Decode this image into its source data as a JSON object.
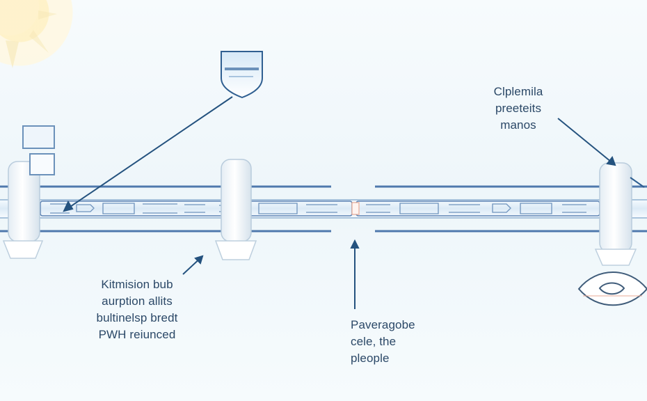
{
  "annotations": {
    "top_right": [
      "Clplemila",
      "preeteits",
      "manos"
    ],
    "bottom_left": [
      "Kitmision bub",
      "aurption allits",
      "bultinelsp bredt",
      "PWH reiunced"
    ],
    "bottom_center": [
      "Paveragobe",
      "cele, the",
      "pleople"
    ]
  },
  "colors": {
    "background": "#f3f8fb",
    "line": "#4f79ad",
    "dark_line": "#2f5f91",
    "text": "#2b4867",
    "light_blue": "#d9e8f4",
    "sun": "#fff1c6",
    "warm_accent": "#e9ab95"
  },
  "icons": {
    "shield": "shield-icon",
    "valve": "valve-icon",
    "sun": "sun-icon",
    "eye": "eye-icon"
  }
}
